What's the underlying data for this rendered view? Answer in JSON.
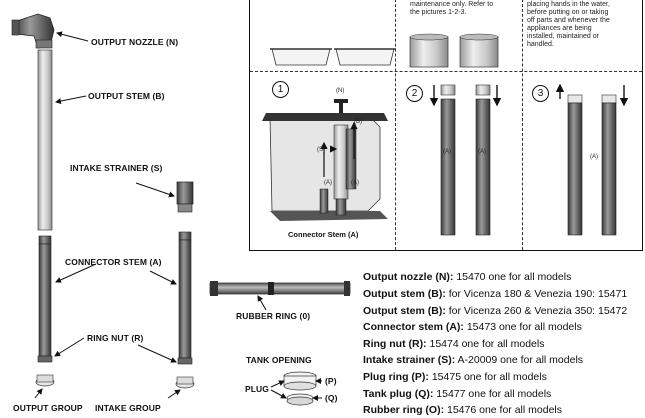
{
  "labels": {
    "output_nozzle": "OUTPUT NOZZLE (N)",
    "output_stem": "OUTPUT STEM (B)",
    "intake_strainer": "INTAKE STRAINER (S)",
    "connector_stem": "CONNECTOR STEM (A)",
    "ring_nut": "RING NUT (R)",
    "output_group": "OUTPUT GROUP",
    "intake_group": "INTAKE GROUP",
    "rubber_ring": "RUBBER RING (0)",
    "tank_opening": "TANK OPENING",
    "plug": "PLUG",
    "plug_p": "(P)",
    "plug_q": "(Q)"
  },
  "panel": {
    "note_top_middle": [
      "maintenance only. Refer to",
      "the pictures 1-2-3."
    ],
    "note_top_right": [
      "placing hands in the water,",
      "before putting on or taking",
      "off parts and whenever the",
      "appliances are being",
      "installed, maintained or",
      "handled."
    ],
    "steps": [
      "1",
      "2",
      "3"
    ],
    "step1_caption": "Connector Stem (A)",
    "letters": {
      "n": "(N)",
      "b": "(B)",
      "s": "(S)",
      "a": "(A)"
    }
  },
  "parts_list": [
    {
      "name": "Output nozzle (N):",
      "text": " 15470 one for all models"
    },
    {
      "name": "Output stem (B):",
      "text": " for Vicenza 180 & Venezia 190: 15471"
    },
    {
      "name": "Output stem (B):",
      "text": " for Vicenza 260 & Venezia 350: 15472"
    },
    {
      "name": "Connector stem (A):",
      "text": " 15473 one for all models"
    },
    {
      "name": "Ring nut (R):",
      "text": " 15474 one for all models"
    },
    {
      "name": "Intake strainer (S):",
      "text": " A-20009 one for all models"
    },
    {
      "name": "Plug ring (P):",
      "text": " 15475 one for all models"
    },
    {
      "name": "Tank plug (Q):",
      "text": " 15477 one for all models"
    },
    {
      "name": "Rubber ring (O):",
      "text": " 15476 one for all models"
    }
  ]
}
